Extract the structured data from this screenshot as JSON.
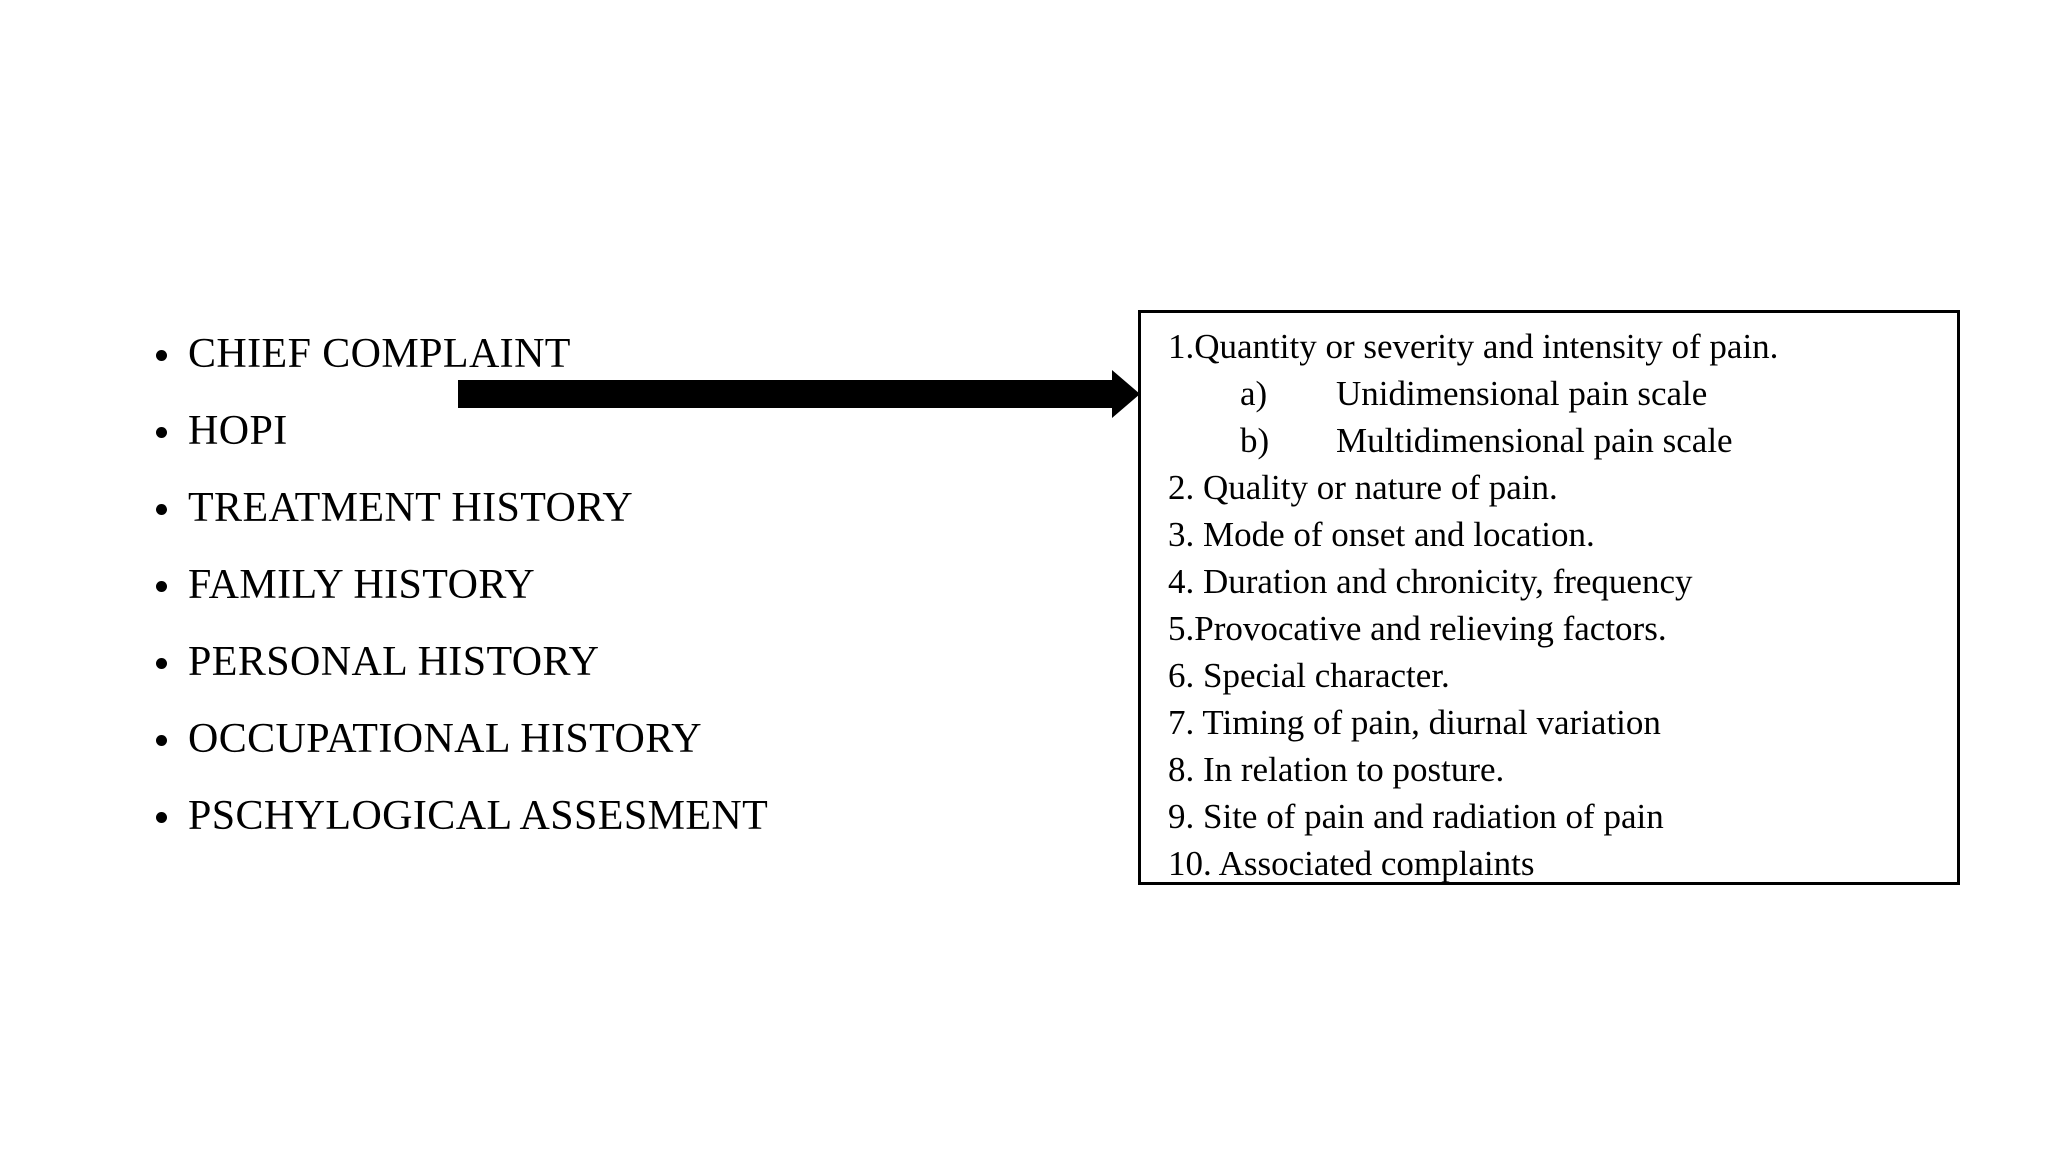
{
  "slide": {
    "background_color": "#ffffff",
    "text_color": "#000000"
  },
  "history_list": {
    "name": "patient-history-components",
    "bullet_glyph": "bullet-dot",
    "items": [
      {
        "label": "CHIEF COMPLAINT"
      },
      {
        "label": "HOPI"
      },
      {
        "label": "TREATMENT HISTORY"
      },
      {
        "label": "FAMILY HISTORY"
      },
      {
        "label": "PERSONAL HISTORY"
      },
      {
        "label": "OCCUPATIONAL HISTORY"
      },
      {
        "label": "PSCHYLOGICAL ASSESMENT"
      }
    ]
  },
  "arrow": {
    "name": "right-arrow-icon",
    "direction": "right",
    "color": "#000000",
    "from": "CHIEF COMPLAINT",
    "to": "pain-detail-box"
  },
  "detail_box": {
    "name": "pain-assessment-details",
    "border_color": "#000000",
    "lines": [
      {
        "marker": "",
        "text": "1.Quantity or severity and intensity of pain.",
        "level": "main"
      },
      {
        "marker": "a)",
        "text": "Unidimensional pain scale",
        "level": "sub"
      },
      {
        "marker": "b)",
        "text": "Multidimensional pain scale",
        "level": "sub"
      },
      {
        "marker": "",
        "text": "2. Quality or nature of pain.",
        "level": "main"
      },
      {
        "marker": "",
        "text": "3. Mode of onset and location.",
        "level": "main"
      },
      {
        "marker": "",
        "text": "4. Duration and chronicity, frequency",
        "level": "main"
      },
      {
        "marker": "",
        "text": "5.Provocative and relieving factors.",
        "level": "main"
      },
      {
        "marker": "",
        "text": "6. Special character.",
        "level": "main"
      },
      {
        "marker": "",
        "text": "7. Timing of pain, diurnal variation",
        "level": "main"
      },
      {
        "marker": "",
        "text": "8. In relation to posture.",
        "level": "main"
      },
      {
        "marker": "",
        "text": "9. Site of pain and radiation of pain",
        "level": "main"
      },
      {
        "marker": "",
        "text": "10. Associated complaints",
        "level": "main"
      }
    ]
  }
}
